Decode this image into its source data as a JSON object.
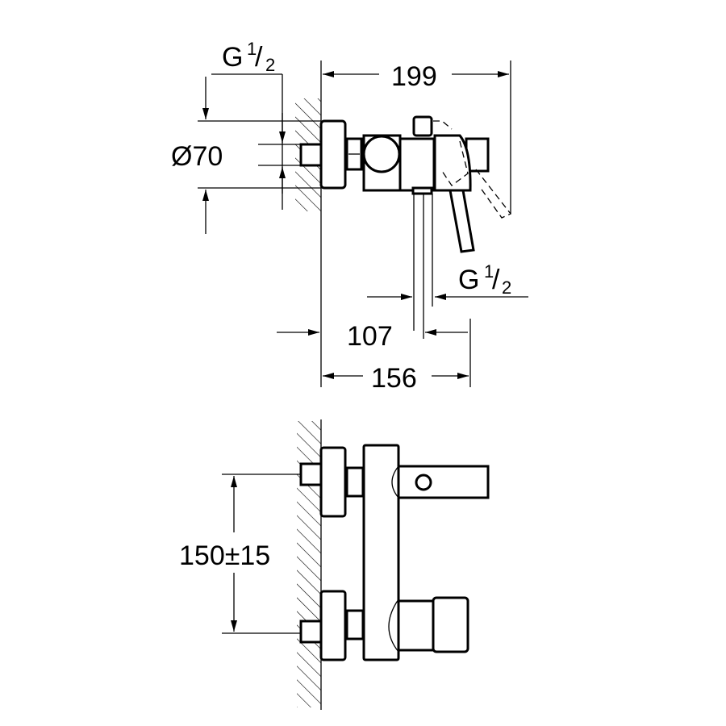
{
  "dimensions": {
    "overall_depth": "199",
    "wall_to_outlet": "107",
    "wall_to_front": "156",
    "rosette_diameter": "Ø70",
    "inlet_thread_top": {
      "main": "G",
      "sup": "1",
      "sub": "2"
    },
    "outlet_thread": {
      "main": "G",
      "sup": "1",
      "sub": "2"
    },
    "inlet_spacing": "150±15"
  }
}
